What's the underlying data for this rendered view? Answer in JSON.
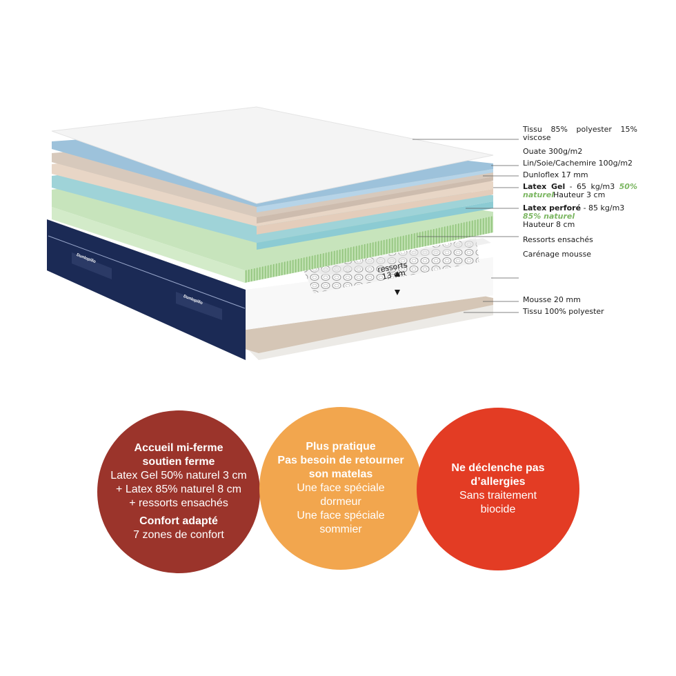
{
  "brand": {
    "logo_text": "Dunlopillo"
  },
  "spring_height": {
    "line1": "ressorts",
    "line2": "13 cm"
  },
  "layers": {
    "tissu": "Tissu 85% polyester 15% viscose",
    "ouate": "Ouate 300g/m2",
    "lin": "Lin/Soie/Cachemire 100g/m2",
    "dunloflex": "Dunloflex 17 mm",
    "latex_gel": {
      "name": "Latex Gel",
      "spec": " - 65 kg/m3 ",
      "natural": "50% naturel",
      "height": " Hauteur 3 cm"
    },
    "latex_perfore": {
      "name": "Latex perforé",
      "spec": " - 85 kg/m3",
      "natural": "85% naturel",
      "height": "Hauteur 8 cm"
    },
    "ressorts": "Ressorts ensachés",
    "carenage": "Carénage mousse",
    "mousse": "Mousse 20 mm",
    "tissu_bottom": "Tissu 100% polyester"
  },
  "circles": [
    {
      "color": "#9b342b",
      "title1": "Accueil mi-ferme",
      "title2": "soutien ferme",
      "line1": "Latex Gel 50% naturel 3 cm",
      "line2": "+ Latex 85% naturel 8 cm",
      "line3": "+ ressorts ensachés",
      "title3": "Confort adapté",
      "line4": "7 zones de confort"
    },
    {
      "color": "#f2a64e",
      "title1": "Plus pratique",
      "title2": "Pas besoin de retourner",
      "title3": "son matelas",
      "line1": "Une face spéciale",
      "line2": "dormeur",
      "line3": "Une face spéciale",
      "line4": "sommier"
    },
    {
      "color": "#e33c24",
      "title1": "Ne déclenche pas",
      "title2": "d’allergies",
      "line1": "Sans traitement",
      "line2": "biocide"
    }
  ]
}
